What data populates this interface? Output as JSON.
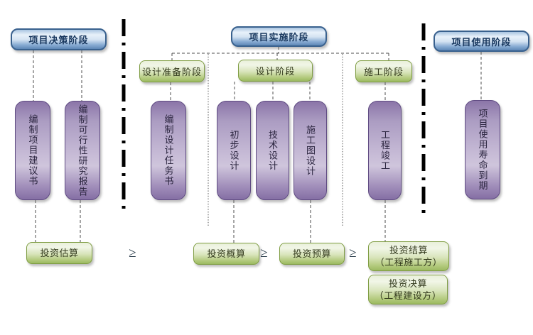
{
  "top_phases": [
    {
      "label": "项目决策阶段"
    },
    {
      "label": "项目实施阶段"
    },
    {
      "label": "项目使用阶段"
    }
  ],
  "sub_stages": [
    {
      "label": "设计准备阶段"
    },
    {
      "label": "设计阶段"
    },
    {
      "label": "施工阶段"
    }
  ],
  "activities": [
    {
      "label": "编制项目建议书"
    },
    {
      "label": "编制可行性研究报告"
    },
    {
      "label": "编制设计任务书"
    },
    {
      "label": "初步设计"
    },
    {
      "label": "技术设计"
    },
    {
      "label": "施工图设计"
    },
    {
      "label": "工程竣工"
    },
    {
      "label": "项目使用寿命到期"
    }
  ],
  "cost_controls": [
    {
      "label": "投资估算"
    },
    {
      "label": "投资概算"
    },
    {
      "label": "投资预算"
    },
    {
      "label": "投资结算",
      "sub": "（工程施工方）"
    },
    {
      "label": "投资决算",
      "sub": "（工程建设方）"
    }
  ],
  "comparators": [
    "≥",
    "≥",
    "≥"
  ],
  "colors": {
    "phase_blue": "#4f81bd",
    "stage_green": "#9bbb59",
    "activity_purple": "#8064a2",
    "separator_black": "#000000",
    "connector_gray": "#4d4d4d"
  }
}
